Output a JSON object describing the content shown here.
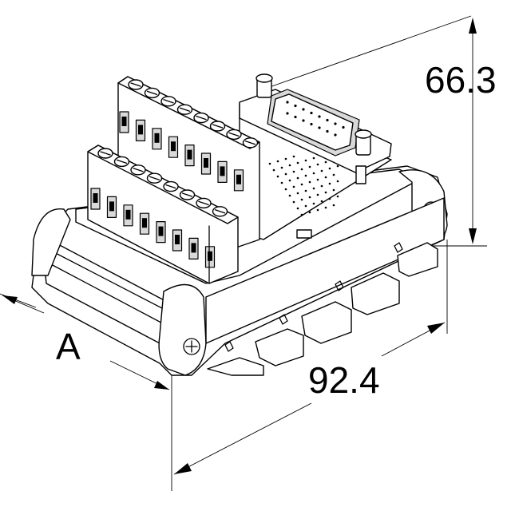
{
  "dimensions": {
    "height": "66.3",
    "length": "92.4",
    "width": "A"
  },
  "colors": {
    "line": "#000000",
    "background": "#ffffff",
    "shade": "#d9d9d9"
  }
}
